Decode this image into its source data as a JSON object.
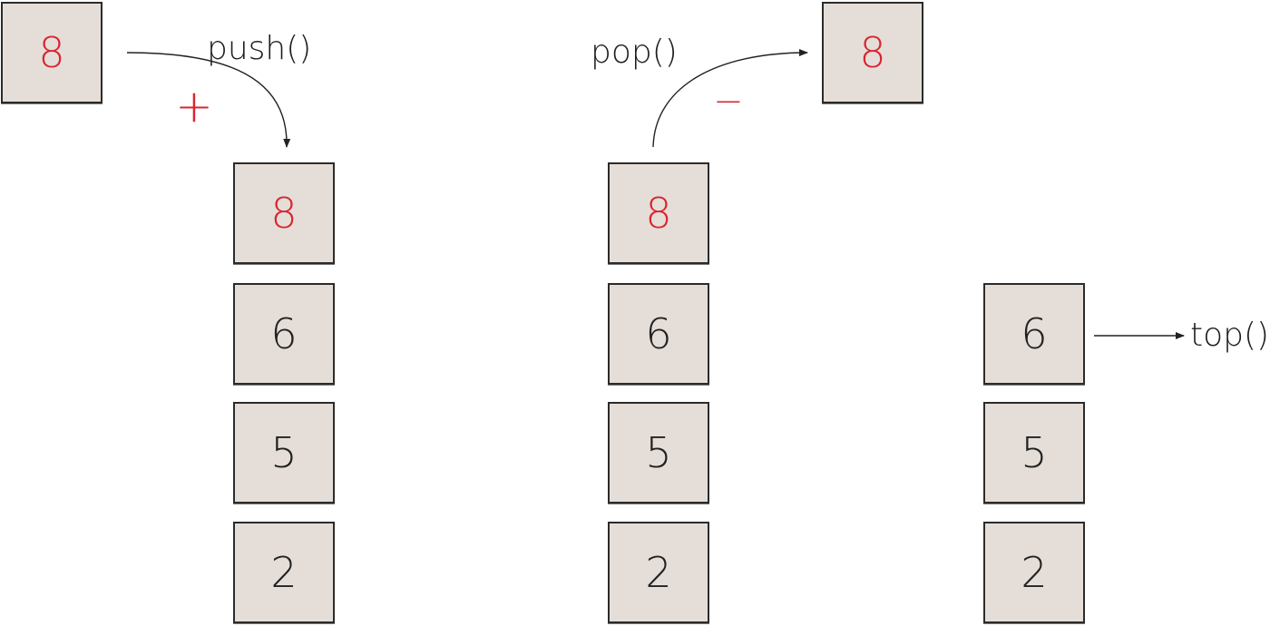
{
  "push_section": {
    "incoming_value": "8",
    "operation_label": "push()",
    "sign": "+",
    "stack": [
      "8",
      "6",
      "5",
      "2"
    ]
  },
  "pop_section": {
    "popped_value": "8",
    "operation_label": "pop()",
    "sign": "−",
    "stack": [
      "8",
      "6",
      "5",
      "2"
    ]
  },
  "top_section": {
    "operation_label": "top()",
    "stack": [
      "6",
      "5",
      "2"
    ]
  },
  "colors": {
    "highlight": "#d92530",
    "box_fill": "#e5ded8",
    "box_border": "#2b2b2b",
    "text": "#222222"
  }
}
